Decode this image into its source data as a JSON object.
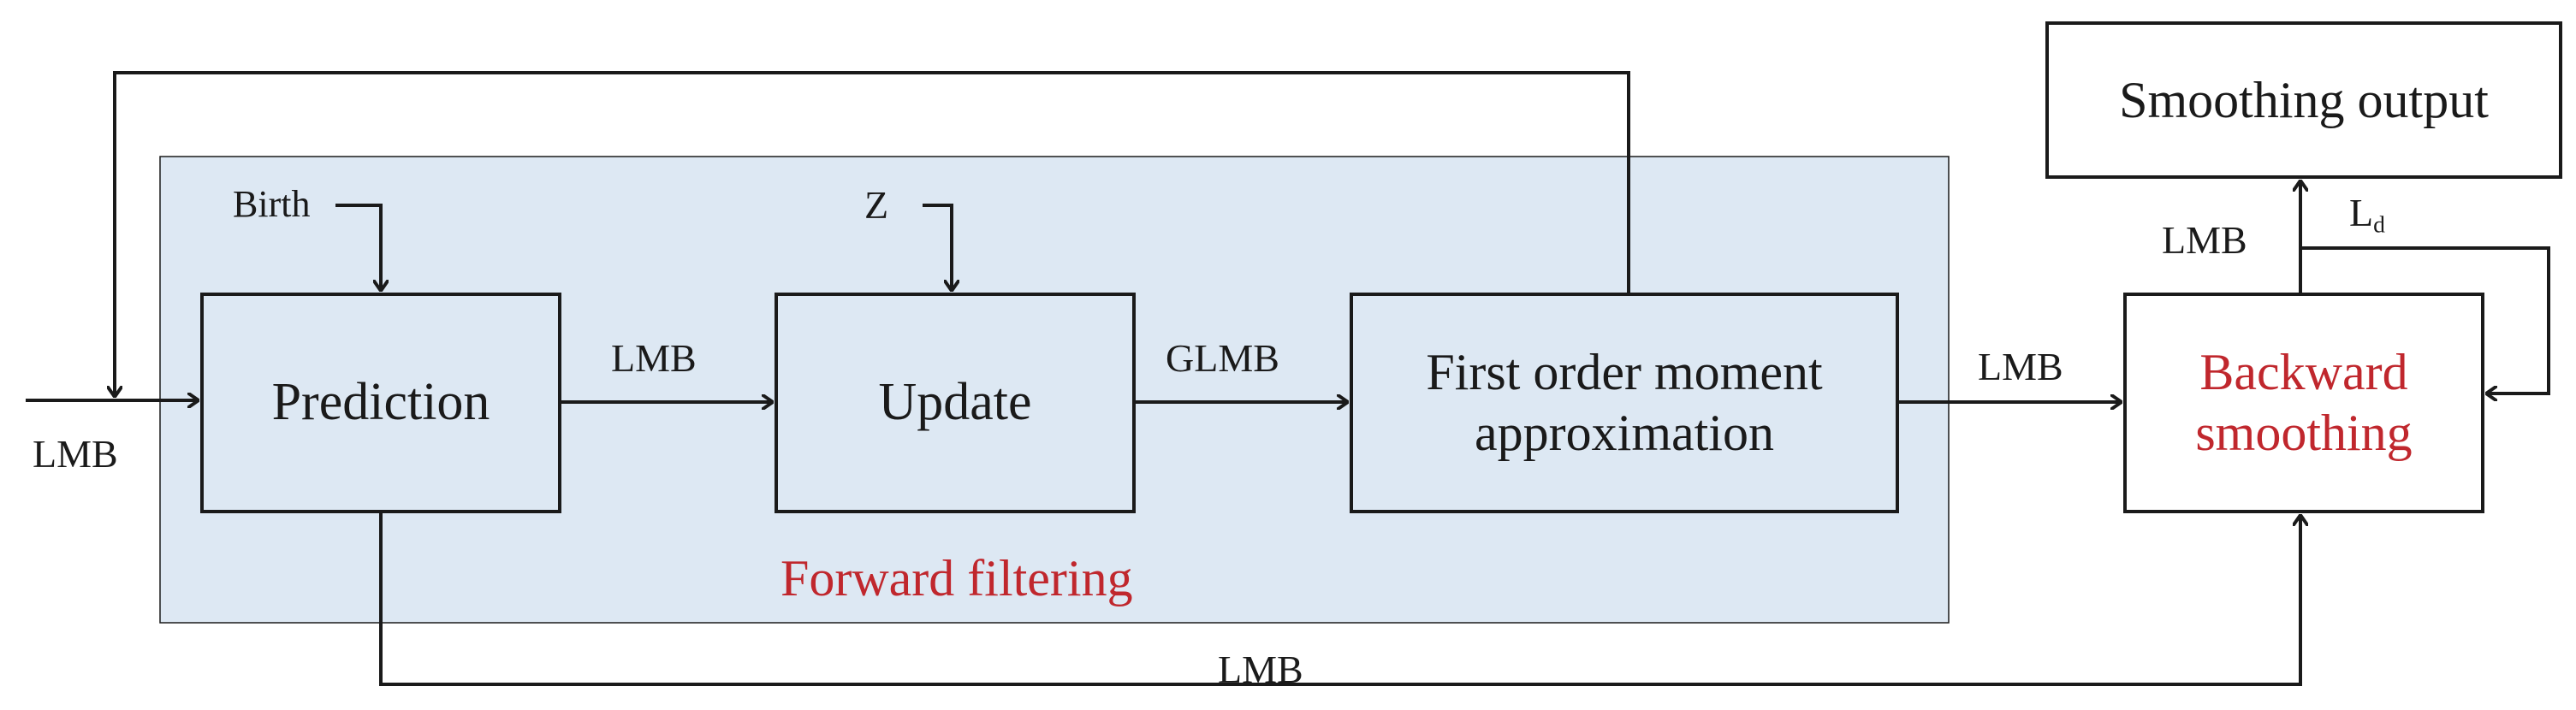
{
  "colors": {
    "region_fill": "#dde8f3",
    "line": "#1a1a1a",
    "accent_text": "#c0272d"
  },
  "region": {
    "label": "Forward filtering"
  },
  "blocks": {
    "prediction": {
      "label": "Prediction"
    },
    "update": {
      "label": "Update"
    },
    "approximation": {
      "line1": "First order moment",
      "line2": "approximation"
    },
    "smoothing": {
      "line1": "Backward",
      "line2": "smoothing"
    },
    "output": {
      "label": "Smoothing output"
    }
  },
  "labels": {
    "input": "LMB",
    "birth": "Birth",
    "z": "Z",
    "pred_to_update": "LMB",
    "update_to_approx": "GLMB",
    "approx_to_smoothing": "LMB",
    "pred_to_smoothing": "LMB",
    "smoothing_to_output": "LMB",
    "feedback_main": "L",
    "feedback_sub": "d"
  }
}
